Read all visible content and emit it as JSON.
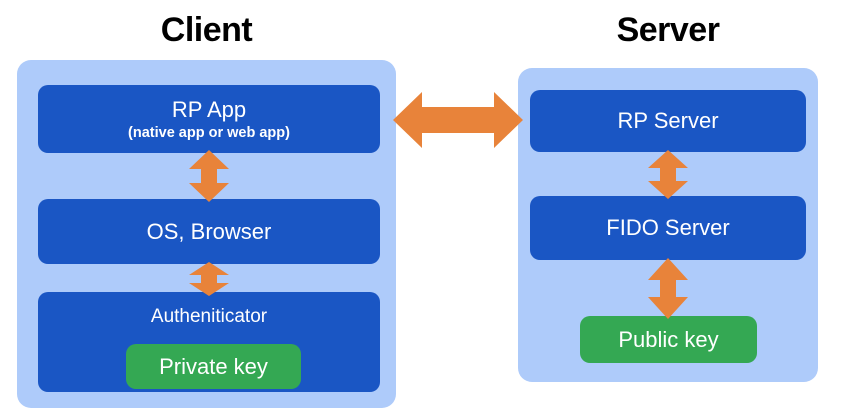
{
  "diagram": {
    "title_client": "Client",
    "title_server": "Server",
    "colors": {
      "panel_background": "#aecbfa",
      "box_background": "#1a56c4",
      "key_background": "#34a853",
      "arrow": "#e8833a",
      "page_background": "#ffffff",
      "title_text": "#000000",
      "box_text": "#ffffff"
    },
    "client": {
      "panel_label": "Client",
      "boxes": [
        {
          "id": "rp-app",
          "title": "RP App",
          "subtitle": "(native app or web app)"
        },
        {
          "id": "os-browser",
          "title": "OS, Browser",
          "subtitle": ""
        },
        {
          "id": "authenticator",
          "title": "Autheniticator",
          "subtitle": "",
          "key_label": "Private key"
        }
      ]
    },
    "server": {
      "panel_label": "Server",
      "boxes": [
        {
          "id": "rp-server",
          "title": "RP Server",
          "subtitle": ""
        },
        {
          "id": "fido-server",
          "title": "FIDO Server",
          "subtitle": ""
        }
      ],
      "key_label": "Public key"
    },
    "arrows": [
      {
        "id": "client-server",
        "orientation": "horizontal",
        "direction": "bidirectional"
      },
      {
        "id": "rpapp-os",
        "orientation": "vertical",
        "direction": "bidirectional"
      },
      {
        "id": "os-authenticator",
        "orientation": "vertical",
        "direction": "bidirectional"
      },
      {
        "id": "rpserver-fido",
        "orientation": "vertical",
        "direction": "bidirectional"
      },
      {
        "id": "fido-publickey",
        "orientation": "vertical",
        "direction": "bidirectional"
      }
    ]
  }
}
